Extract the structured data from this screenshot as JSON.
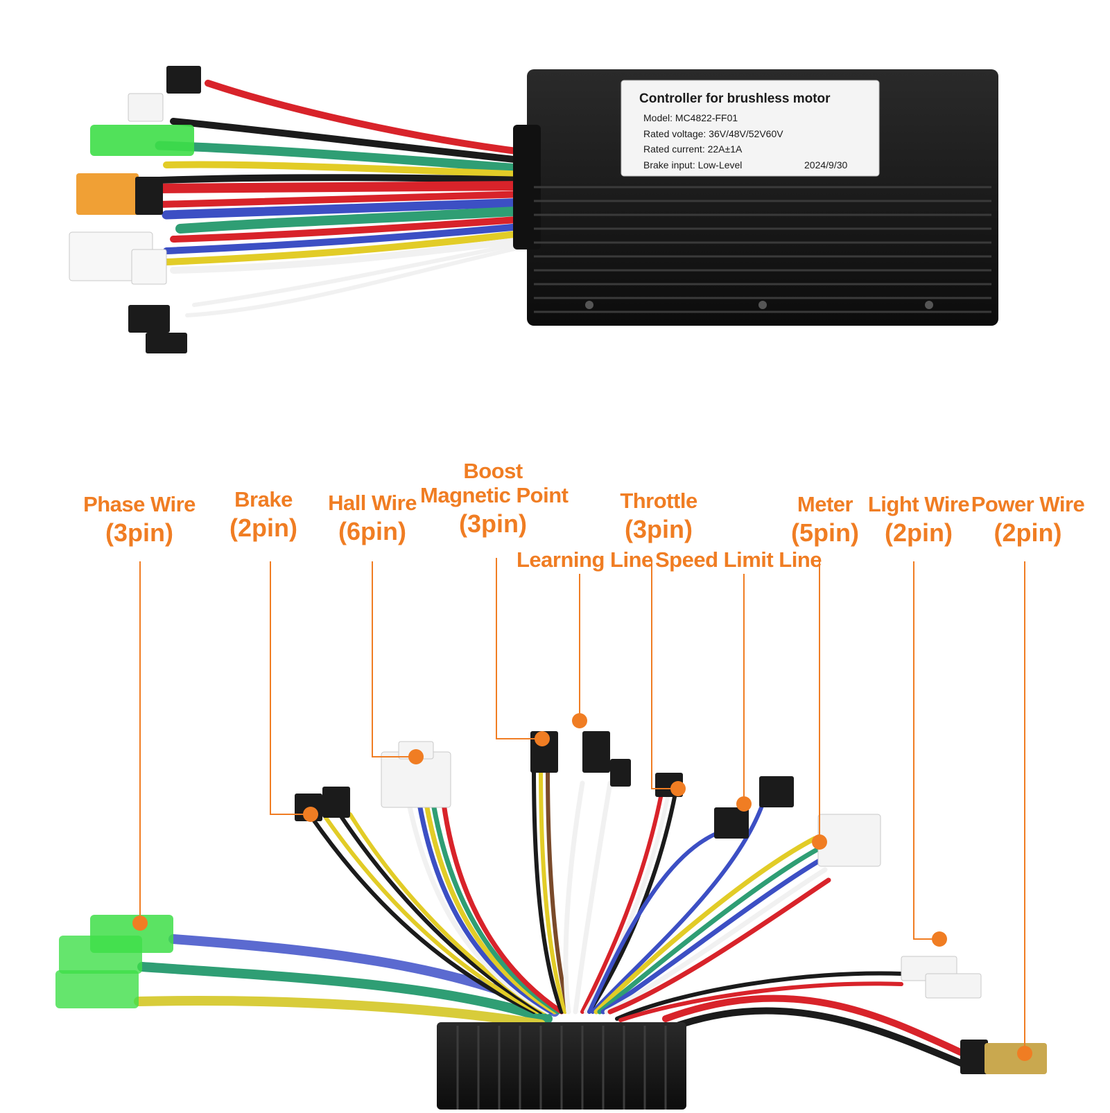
{
  "colors": {
    "accent": "#f07d23",
    "housing": "#141414",
    "wire_red": "#d8232a",
    "wire_blue": "#3c4fc4",
    "wire_green": "#2f9e74",
    "wire_yellow": "#e2cc27",
    "wire_black": "#1b1b1b",
    "wire_white": "#f1f1f1",
    "connector_green": "#3ede48",
    "connector_orange": "#f0a035"
  },
  "product_label": {
    "title": "Controller for brushless motor",
    "model": "Model:  MC4822-FF01",
    "voltage": "Rated voltage:  36V/48V/52V60V",
    "current": "Rated current:  22A±1A",
    "brake": "Brake input:  Low-Level",
    "date": "2024/9/30"
  },
  "callouts": {
    "phase_wire": {
      "title": "Phase Wire",
      "pins": "(3pin)"
    },
    "brake": {
      "title": "Brake",
      "pins": "(2pin)"
    },
    "hall_wire": {
      "title": "Hall Wire",
      "pins": "(6pin)"
    },
    "boost": {
      "title1": "Boost",
      "title2": "Magnetic Point",
      "pins": "(3pin)"
    },
    "throttle": {
      "title": "Throttle",
      "pins": "(3pin)"
    },
    "meter": {
      "title": "Meter",
      "pins": "(5pin)"
    },
    "light_wire": {
      "title": "Light Wire",
      "pins": "(2pin)"
    },
    "power_wire": {
      "title": "Power Wire",
      "pins": "(2pin)"
    },
    "learning_line": {
      "title": "Learning Line"
    },
    "speed_limit_line": {
      "title": "Speed Limit Line"
    }
  }
}
